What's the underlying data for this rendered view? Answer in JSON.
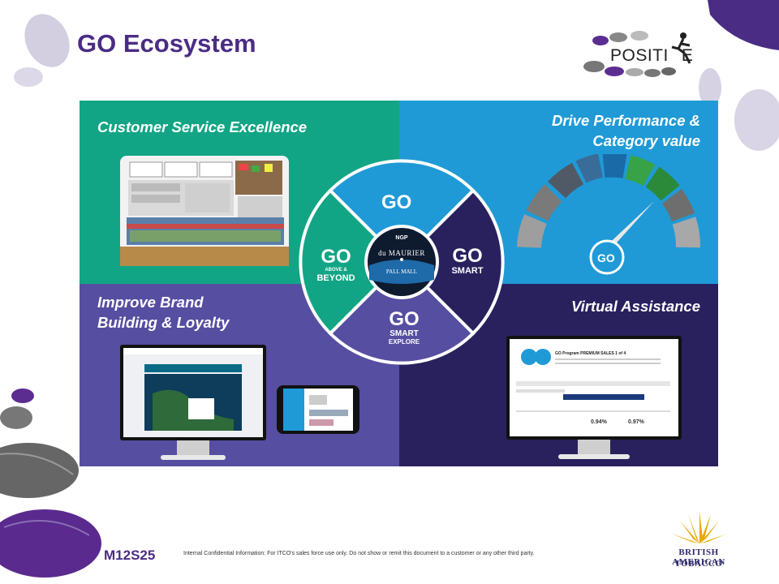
{
  "slide": {
    "title": "GO Ecosystem",
    "logo_text": "POSITI",
    "logo_text_end": "E",
    "slide_code": "M12S25",
    "confidential_note": "Internal Confidential Information: For ITCO's sales force use only.  Do not show or remit this document to a customer or any other third party.",
    "company_line1": "BRITISH AMERICAN",
    "company_line2": "TOBACCO"
  },
  "quadrants": {
    "top_left": {
      "title": "Customer Service Excellence"
    },
    "top_right": {
      "title_line1": "Drive Performance &",
      "title_line2": "Category value"
    },
    "bottom_left": {
      "title_line1": "Improve Brand",
      "title_line2": "Building & Loyalty"
    },
    "bottom_right": {
      "title": "Virtual Assistance"
    }
  },
  "wheel": {
    "top": {
      "logo": "GO"
    },
    "right": {
      "logo": "GO",
      "label": "SMART"
    },
    "bottom": {
      "logo": "GO",
      "label1": "SMART",
      "label2": "EXPLORE"
    },
    "left": {
      "logo": "GO",
      "label1": "ABOVE &",
      "label2": "BEYOND"
    },
    "center": {
      "brand1": "NGP",
      "brand2": "du MAURIER",
      "brand3": "PALL MALL"
    }
  },
  "gauge_logo": "GO",
  "report": {
    "title": "GO Program PREMIUM SALES 1 of 4",
    "value1": "0.94%",
    "value2": "0.97%"
  },
  "colors": {
    "title_purple": "#4b2c84",
    "green": "#12a585",
    "blue": "#1f9ad6",
    "violet": "#564ea1",
    "navy": "#29215e"
  }
}
